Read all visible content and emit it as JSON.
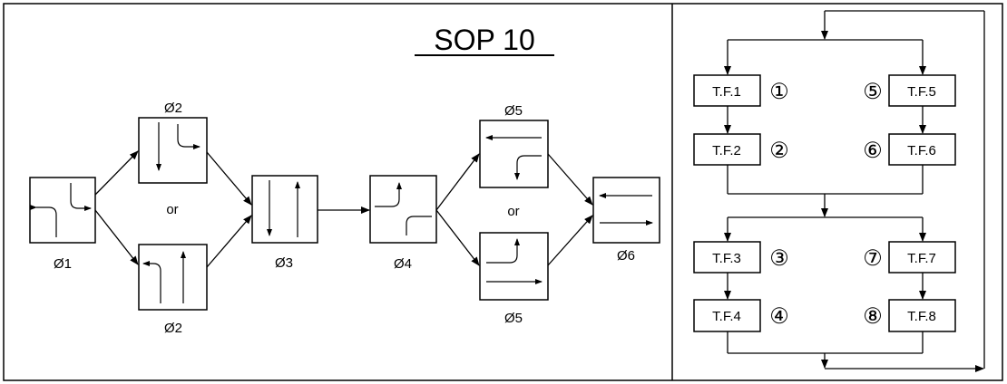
{
  "title": "SOP 10",
  "or_label": "or",
  "phases": {
    "p1": "Ø1",
    "p2a": "Ø2",
    "p2b": "Ø2",
    "p3": "Ø3",
    "p4": "Ø4",
    "p5a": "Ø5",
    "p5b": "Ø5",
    "p6": "Ø6"
  },
  "tf": {
    "tf1": "T.F.1",
    "tf2": "T.F.2",
    "tf3": "T.F.3",
    "tf4": "T.F.4",
    "tf5": "T.F.5",
    "tf6": "T.F.6",
    "tf7": "T.F.7",
    "tf8": "T.F.8"
  },
  "circled": {
    "n1": "①",
    "n2": "②",
    "n3": "③",
    "n4": "④",
    "n5": "⑤",
    "n6": "⑥",
    "n7": "⑦",
    "n8": "⑧"
  }
}
